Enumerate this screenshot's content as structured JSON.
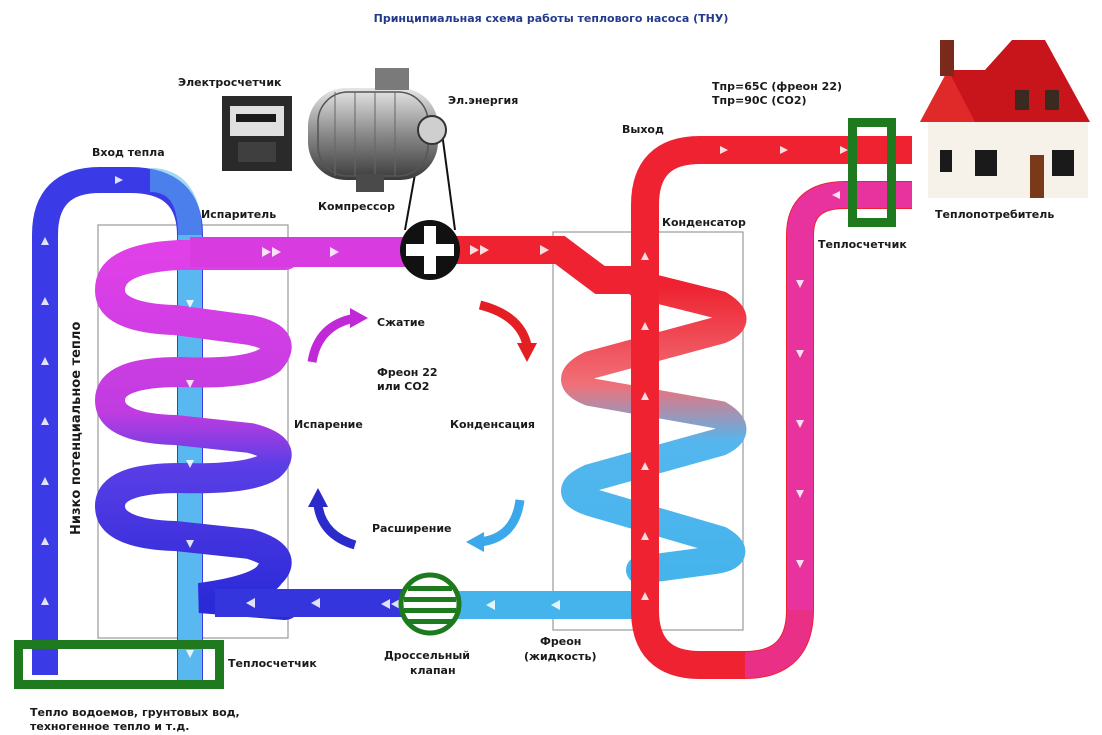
{
  "title": "Принципиальная схема работы теплового насоса (ТНУ)",
  "labels": {
    "electric_meter": "Электросчетчик",
    "electric_energy": "Эл.энергия",
    "compressor": "Компрессор",
    "heat_input": "Вход тепла",
    "evaporator": "Испаритель",
    "output": "Выход",
    "condenser": "Конденсатор",
    "temp_line1": "Тпр=65С (фреон 22)",
    "temp_line2": "Тпр=90С (СО2)",
    "heat_consumer": "Теплопотребитель",
    "heat_meter_right": "Теплосчетчик",
    "compression": "Сжатие",
    "freon_line1": "Фреон 22",
    "freon_line2": "или СО2",
    "evaporation": "Испарение",
    "condensation": "Конденсация",
    "expansion": "Расширение",
    "low_potential_heat": "Низко потенциальное тепло",
    "heat_meter_left": "Теплосчетчик",
    "throttle_line1": "Дроссельный",
    "throttle_line2": "клапан",
    "freon_liquid_line1": "Фреон",
    "freon_liquid_line2": "(жидкость)",
    "source_line1": "Тепло водоемов, грунтовых вод,",
    "source_line2": "техногенное тепло и т.д."
  },
  "colors": {
    "cold_source": "#3a3ae6",
    "cold_return": "#5ab8f0",
    "freon_vapor": "#d83be0",
    "freon_hot": "#ee2230",
    "freon_liquid": "#46b4ec",
    "heating_return": "#e8339e",
    "meter_green": "#1f7a1f",
    "roof_red": "#c8151b"
  }
}
